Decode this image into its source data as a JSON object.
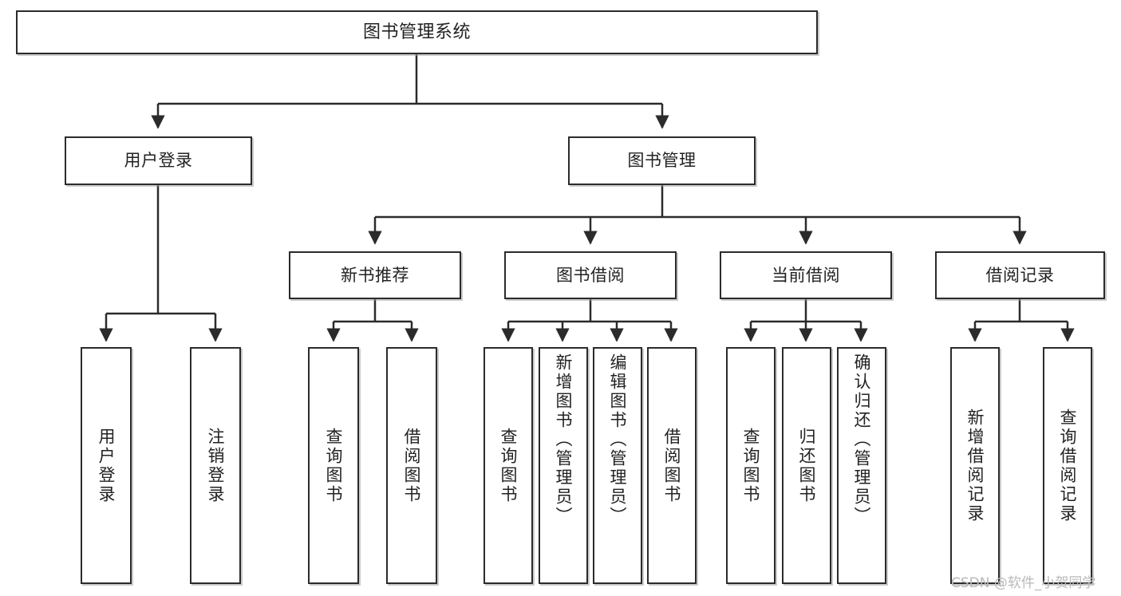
{
  "diagram": {
    "title": "图书管理系统",
    "type": "tree",
    "watermark": "CSDN @软件_小贺同学",
    "colors": {
      "box_border": "#2b2b2b",
      "box_fill": "#ffffff",
      "edge": "#2b2b2b",
      "text": "#222222",
      "watermark": "#b9b9b9",
      "background": "#ffffff"
    },
    "root": {
      "label": "图书管理系统"
    },
    "level2": [
      {
        "label": "用户登录"
      },
      {
        "label": "图书管理"
      }
    ],
    "level3": [
      {
        "label": "新书推荐"
      },
      {
        "label": "图书借阅"
      },
      {
        "label": "当前借阅"
      },
      {
        "label": "借阅记录"
      }
    ],
    "leaves": {
      "user_login": [
        {
          "label": "用户登录"
        },
        {
          "label": "注销登录"
        }
      ],
      "new_book": [
        {
          "label": "查询图书"
        },
        {
          "label": "借阅图书"
        }
      ],
      "book_borrow": [
        {
          "label": "查询图书"
        },
        {
          "label": "新增图书（管理员）"
        },
        {
          "label": "编辑图书（管理员）"
        },
        {
          "label": "借阅图书"
        }
      ],
      "current_borrow": [
        {
          "label": "查询图书"
        },
        {
          "label": "归还图书"
        },
        {
          "label": "确认归还（管理员）"
        }
      ],
      "borrow_record": [
        {
          "label": "新增借阅记录"
        },
        {
          "label": "查询借阅记录"
        }
      ]
    }
  }
}
